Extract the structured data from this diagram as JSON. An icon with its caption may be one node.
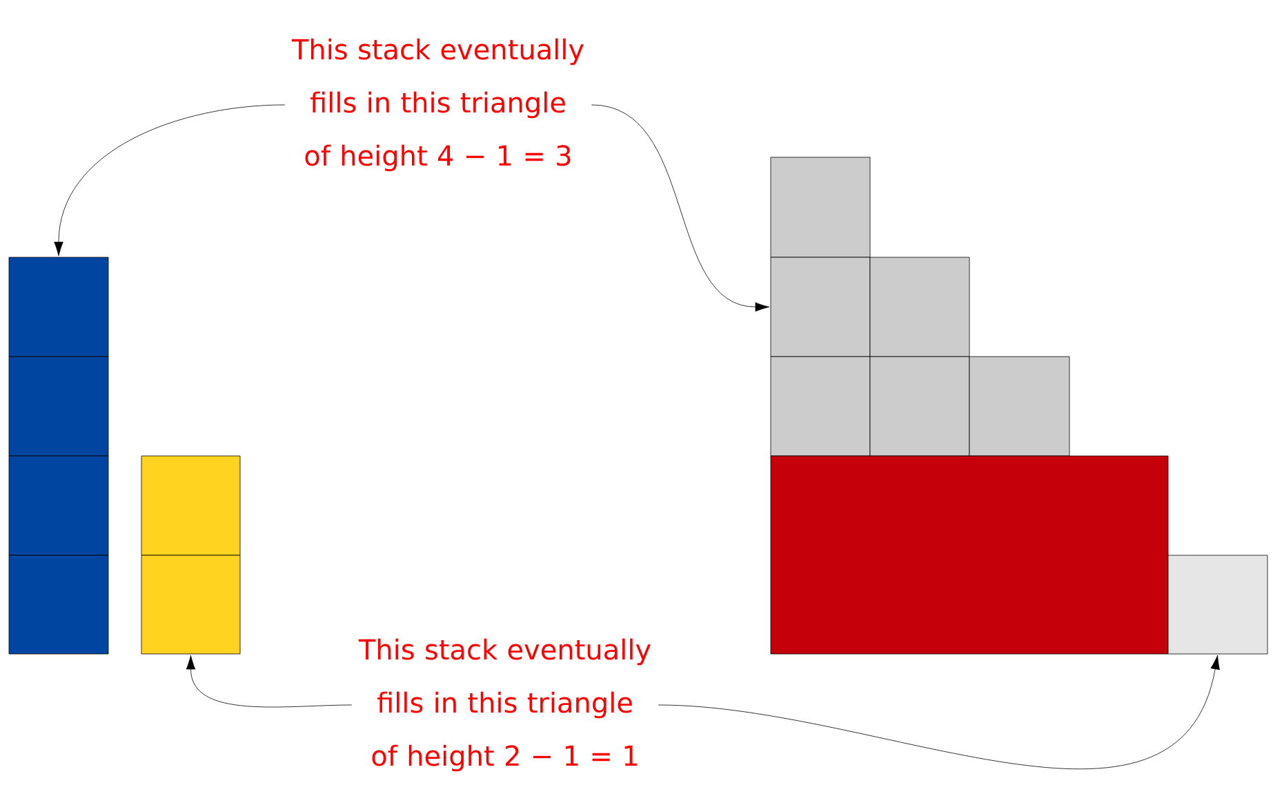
{
  "diagram": {
    "nodes": [
      {
        "text": [
          "This stack eventually fills in this triangle of height 4 − 1 = 3"
        ]
      },
      {
        "text": [],
        "shape": "box"
      },
      {
        "text": [],
        "shape": "box"
      },
      {
        "text": [],
        "shape": "box"
      },
      {
        "text": [],
        "shape": "box"
      },
      {
        "text": [],
        "shape": "box"
      },
      {
        "text": [],
        "shape": "box"
      },
      {
        "text": [],
        "shape": "box"
      },
      {
        "text": [],
        "shape": "box"
      },
      {
        "text": [],
        "shape": "box"
      },
      {
        "text": [],
        "shape": "box"
      },
      {
        "text": [],
        "shape": "box"
      },
      {
        "text": [],
        "shape": "box"
      },
      {
        "text": [],
        "shape": "box"
      },
      {
        "text": [],
        "shape": "box"
      },
      {
        "text": [
          "This stack eventually fills in this triangle of height 2 − 1 = 1"
        ]
      }
    ],
    "edges": [
      {
        "from": 0,
        "to": 1,
        "arrow": "to"
      },
      {
        "from": 0,
        "to": 8,
        "arrow": "to"
      },
      {
        "from": 15,
        "to": 6,
        "arrow": "to"
      },
      {
        "from": 15,
        "to": 14,
        "arrow": "to"
      }
    ]
  }
}
